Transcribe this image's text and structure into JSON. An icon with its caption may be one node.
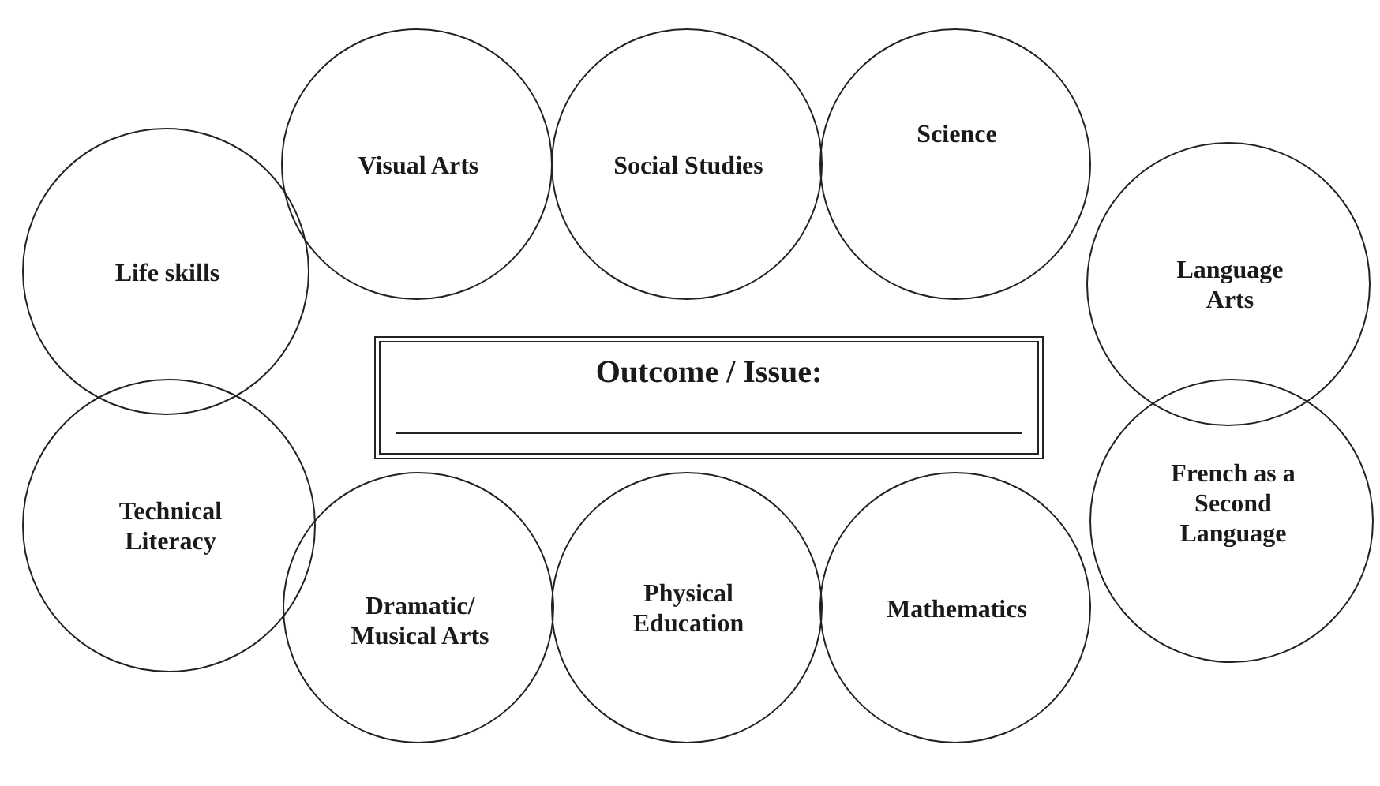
{
  "diagram": {
    "nodes": [
      {
        "text": [
          "Visual Arts"
        ]
      },
      {
        "text": [
          "Social Studies"
        ]
      },
      {
        "text": [
          "Science"
        ]
      },
      {
        "text": [
          "Life skills"
        ]
      },
      {
        "text": [
          "Language Arts"
        ]
      },
      {
        "text": [
          "Outcome / Issue:"
        ]
      },
      {
        "text": [
          "Technical Literacy"
        ]
      },
      {
        "text": [
          "French as a Second Language"
        ]
      },
      {
        "text": [
          "Dramatic/ Musical Arts"
        ]
      },
      {
        "text": [
          "Physical Education"
        ]
      },
      {
        "text": [
          "Mathematics"
        ]
      }
    ]
  }
}
